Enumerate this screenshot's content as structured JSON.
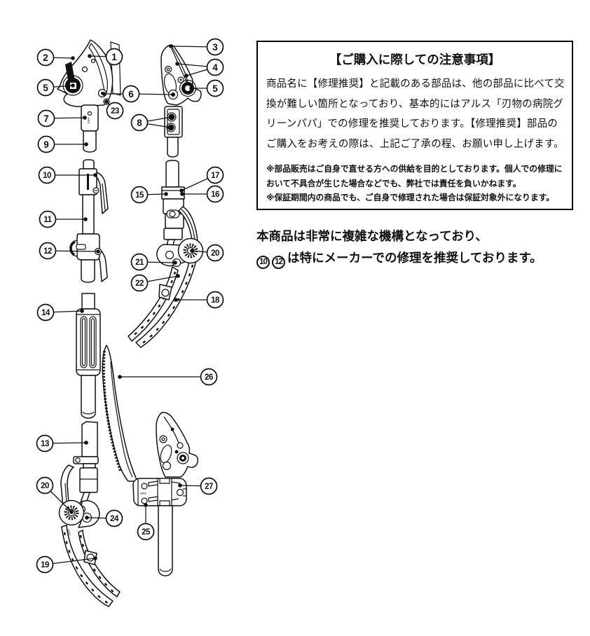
{
  "notice_box": {
    "title": "【ご購入に際しての注意事項】",
    "body_lines": [
      "商品名に【修理推奨】と記載のある部品は、他の部品に比べて交",
      "換が難しい箇所となっており、基本的にはアルス「刃物の病院グ",
      "リーンパパ」での修理を推奨しております。【修理推奨】部品の",
      "ご購入をお考えの際は、上記ご了承の程、お願い申し上げます。"
    ],
    "notes": [
      "※部品販売はご自身で直せる方への供給を目的としております。個人での修理に",
      "おいて不具合が生じた場合などでも、弊社では責任を負いかねます。",
      "※保証期間内の商品でも、ご自身で修理された場合は保証対象外になります。"
    ]
  },
  "repair_note": {
    "line1": "本商品は非常に複雑な機構となっており、",
    "circled_refs": [
      "10",
      "12"
    ],
    "line2_text": "は特にメーカーでの修理を推奨しております。"
  },
  "diagram": {
    "brand": "ARS",
    "callouts": [
      {
        "label": "2"
      },
      {
        "label": "1"
      },
      {
        "label": "3"
      },
      {
        "label": "4"
      },
      {
        "label": "5"
      },
      {
        "label": "6"
      },
      {
        "label": "5"
      },
      {
        "label": "23"
      },
      {
        "label": "7"
      },
      {
        "label": "8"
      },
      {
        "label": "9"
      },
      {
        "label": "10"
      },
      {
        "label": "17"
      },
      {
        "label": "15"
      },
      {
        "label": "16"
      },
      {
        "label": "11"
      },
      {
        "label": "12"
      },
      {
        "label": "20"
      },
      {
        "label": "21"
      },
      {
        "label": "22"
      },
      {
        "label": "18"
      },
      {
        "label": "14"
      },
      {
        "label": "26"
      },
      {
        "label": "13"
      },
      {
        "label": "20"
      },
      {
        "label": "27"
      },
      {
        "label": "24"
      },
      {
        "label": "25"
      },
      {
        "label": "19"
      }
    ]
  },
  "colors": {
    "line": "#111111",
    "background": "#ffffff"
  }
}
